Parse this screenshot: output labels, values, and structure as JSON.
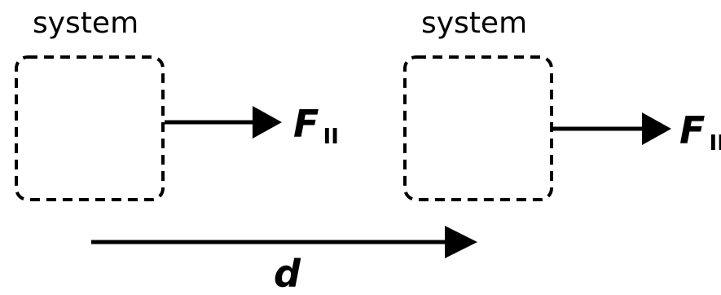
{
  "diagram": {
    "left_system": {
      "label": "system",
      "force": {
        "symbol": "F",
        "subscript": "II"
      }
    },
    "right_system": {
      "label": "system",
      "force": {
        "symbol": "F",
        "subscript": "II"
      }
    },
    "displacement": {
      "label": "d"
    }
  }
}
